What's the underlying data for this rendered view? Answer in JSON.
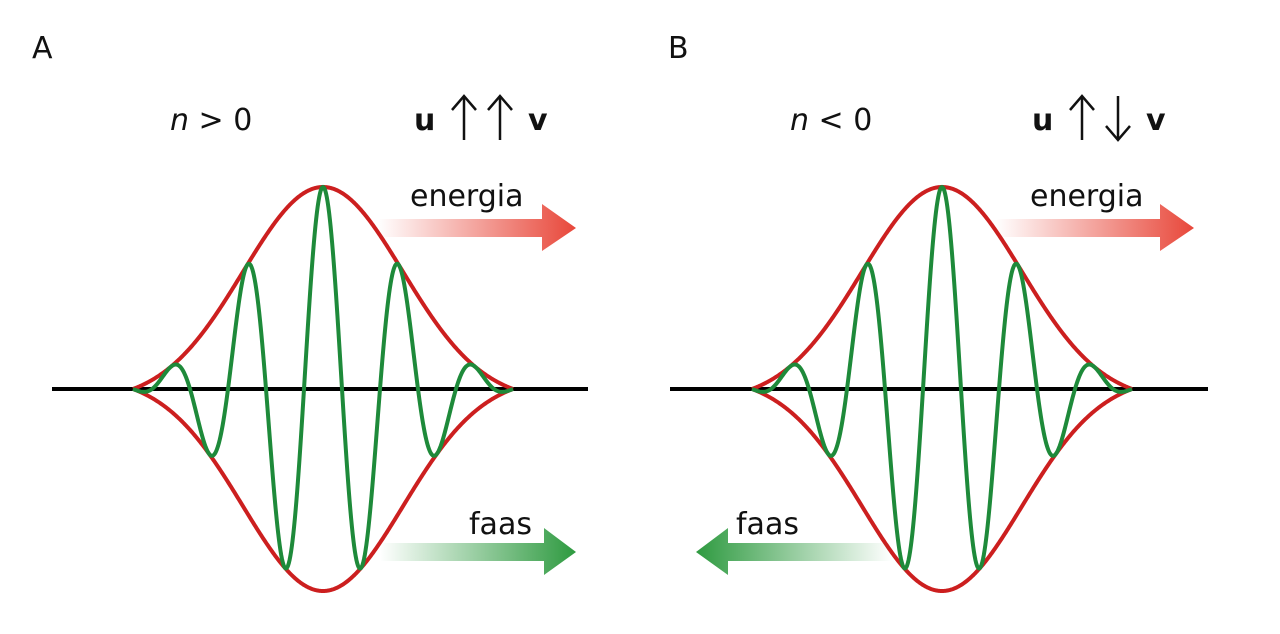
{
  "colors": {
    "baseline": "#000000",
    "envelope": "#cc1f1f",
    "carrier": "#1e8a3a",
    "energy_arrow": "#e8473a",
    "phase_arrow": "#2e9a40"
  },
  "panels": [
    {
      "letter": "A",
      "condition": {
        "var": "n",
        "rest": " > 0"
      },
      "vectors": {
        "left": "u",
        "right": "v",
        "arrow1": "↑",
        "arrow2": "↑"
      },
      "energy_label": "energia",
      "energy_direction": "right",
      "phase_label": "faas",
      "phase_direction": "right"
    },
    {
      "letter": "B",
      "condition": {
        "var": "n",
        "rest": " < 0"
      },
      "vectors": {
        "left": "u",
        "right": "v",
        "arrow1": "↑",
        "arrow2": "↓"
      },
      "energy_label": "energia",
      "energy_direction": "right",
      "phase_label": "faas",
      "phase_direction": "left"
    }
  ]
}
